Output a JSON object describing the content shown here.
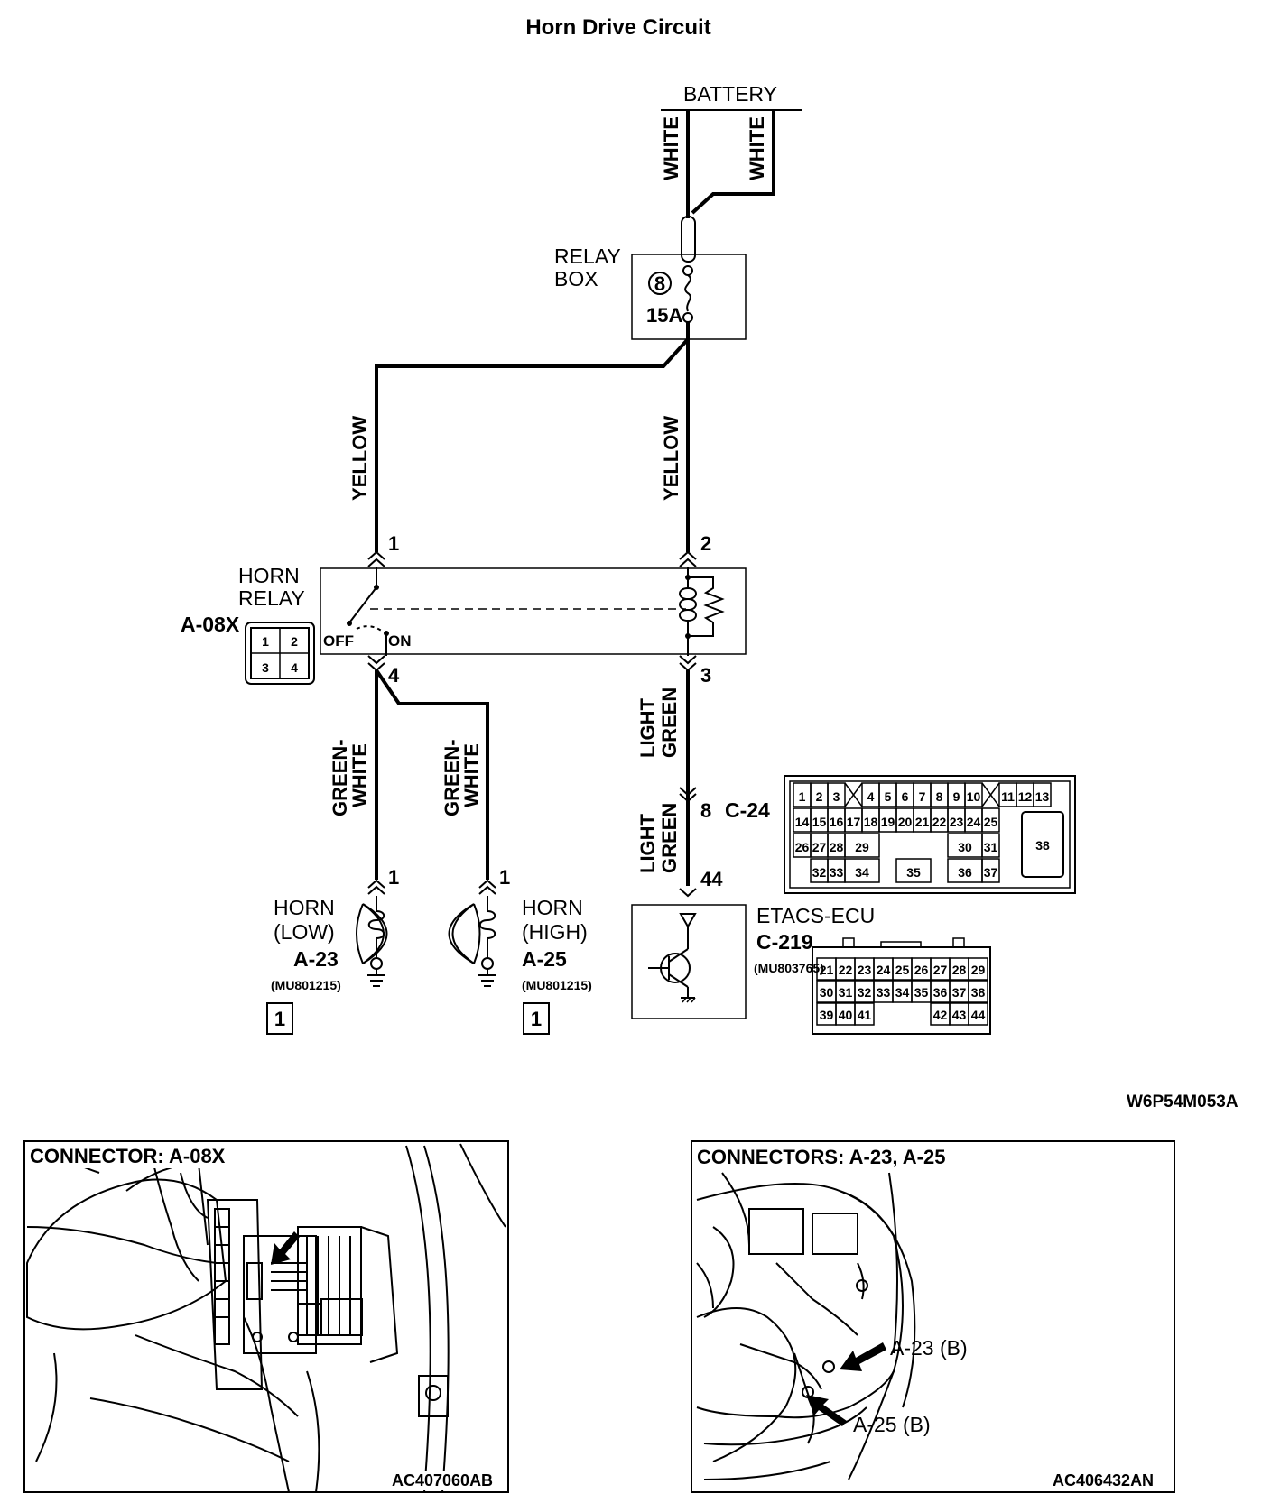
{
  "title": "Horn Drive Circuit",
  "battery": {
    "label": "BATTERY"
  },
  "wires": {
    "battery_left": "WHITE",
    "battery_right": "WHITE",
    "relay_left": "YELLOW",
    "relay_right": "YELLOW",
    "coil_out": [
      "LIGHT",
      "GREEN"
    ],
    "ecu_in": [
      "LIGHT",
      "GREEN"
    ],
    "horn_low": [
      "GREEN-",
      "WHITE"
    ],
    "horn_high": [
      "GREEN-",
      "WHITE"
    ]
  },
  "relay_box": {
    "label_line1": "RELAY",
    "label_line2": "BOX",
    "fuse_number": "8",
    "fuse_rating": "15A"
  },
  "horn_relay": {
    "label_line1": "HORN",
    "label_line2": "RELAY",
    "connector": "A-08X",
    "switch_off": "OFF",
    "switch_on": "ON",
    "pin_top_left": "1",
    "pin_top_right": "2",
    "pin_bottom_left": "4",
    "pin_bottom_right": "3",
    "connector_pins": [
      "1",
      "2",
      "3",
      "4"
    ]
  },
  "junction": {
    "pin": "8",
    "connector": "C-24"
  },
  "c24_grid": {
    "row1": [
      "1",
      "2",
      "3",
      "4",
      "5",
      "6",
      "7",
      "8",
      "9",
      "10",
      "11",
      "12",
      "13"
    ],
    "row2": [
      "14",
      "15",
      "16",
      "17",
      "18",
      "19",
      "20",
      "21",
      "22",
      "23",
      "24",
      "25"
    ],
    "row3": [
      "26",
      "27",
      "28",
      "29",
      "30",
      "31"
    ],
    "row4": [
      "32",
      "33",
      "34",
      "35",
      "36",
      "37"
    ],
    "big": "38"
  },
  "horn_low": {
    "label_line1": "HORN",
    "label_line2": "(LOW)",
    "connector": "A-23",
    "part": "(MU801215)",
    "pin": "1",
    "ref": "1"
  },
  "horn_high": {
    "label_line1": "HORN",
    "label_line2": "(HIGH)",
    "connector": "A-25",
    "part": "(MU801215)",
    "pin": "1",
    "ref": "1"
  },
  "etacs": {
    "label": "ETACS-ECU",
    "connector": "C-219",
    "part": "(MU803765)",
    "pin": "44"
  },
  "c219_grid": {
    "row1": [
      "21",
      "22",
      "23",
      "24",
      "25",
      "26",
      "27",
      "28",
      "29"
    ],
    "row2": [
      "30",
      "31",
      "32",
      "33",
      "34",
      "35",
      "36",
      "37",
      "38"
    ],
    "row3": [
      "39",
      "40",
      "41",
      "42",
      "43",
      "44"
    ]
  },
  "figure_code": "W6P54M053A",
  "photo_left": {
    "title": "CONNECTOR: A-08X",
    "code": "AC407060AB"
  },
  "photo_right": {
    "title": "CONNECTORS: A-23, A-25",
    "code": "AC406432AN",
    "callout_a23": "A-23 (B)",
    "callout_a25": "A-25 (B)"
  }
}
